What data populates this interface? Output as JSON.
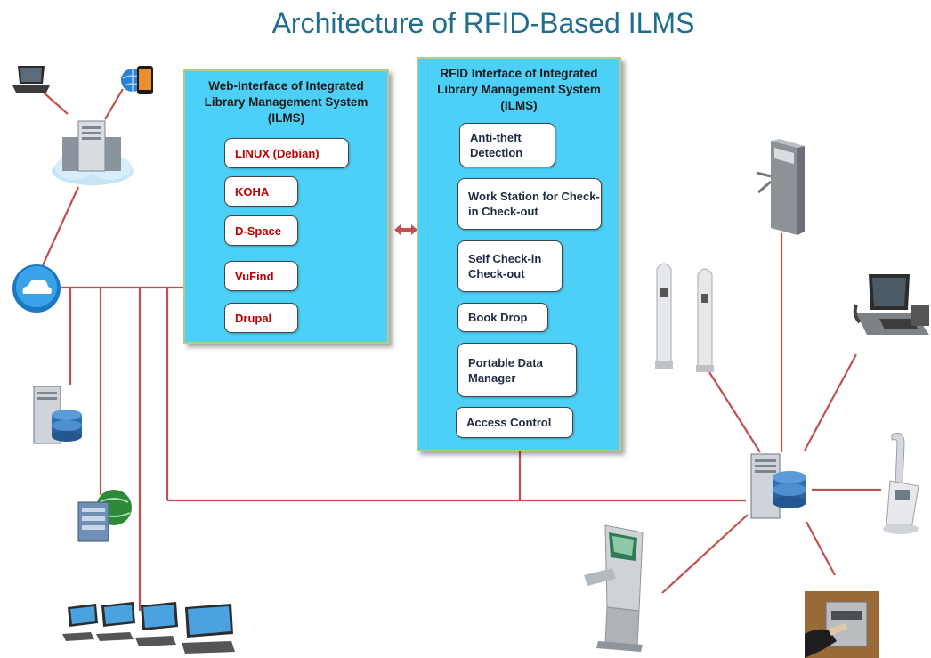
{
  "title": "Architecture of RFID-Based ILMS",
  "web_panel": {
    "title": "Web-Interface of Integrated Library Management System (ILMS)",
    "items": [
      "LINUX (Debian)",
      "KOHA",
      "D-Space",
      "VuFind",
      "Drupal"
    ]
  },
  "rfid_panel": {
    "title": "RFID Interface of Integrated Library Management System (ILMS)",
    "items": [
      "Anti-theft Detection",
      "Work Station for Check-in Check-out",
      "Self Check-in Check-out",
      "Book Drop",
      "Portable Data Manager",
      "Access Control"
    ]
  },
  "colors": {
    "panel": "#4dd0f7",
    "wire": "#c0504d",
    "title": "#1f6d8f",
    "web_item_text": "#c00000"
  },
  "icons": [
    "laptop-icon",
    "smartphone-globe-icon",
    "cloud-server-icon",
    "internet-cloud-icon",
    "database-server-icon",
    "web-server-globe-icon",
    "workstations-icon",
    "rfid-server-icon",
    "turnstile-gate-icon",
    "security-gates-icon",
    "self-checkout-terminal-icon",
    "handheld-reader-icon",
    "book-drop-slot-icon",
    "kiosk-icon"
  ]
}
